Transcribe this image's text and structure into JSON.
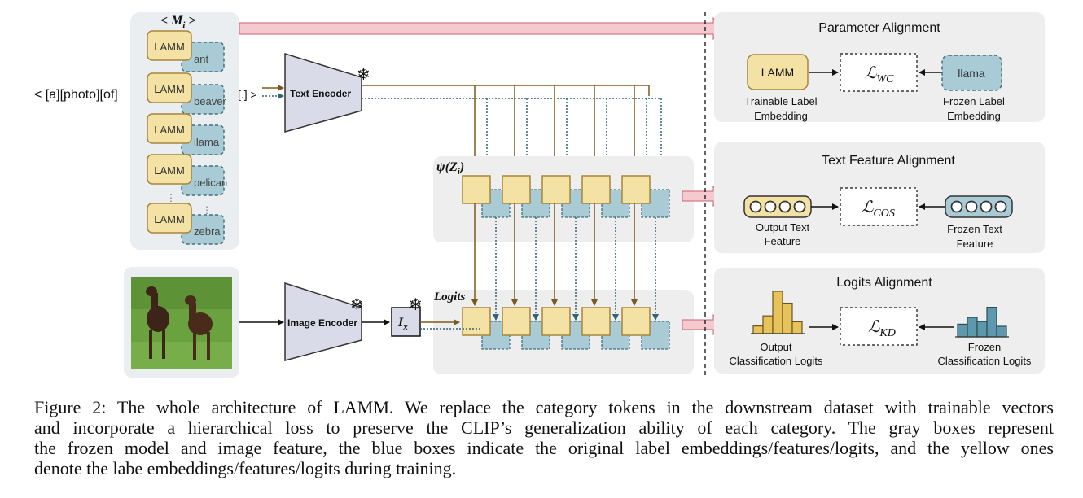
{
  "prompt": {
    "prefix": "< [a][photo][of]",
    "suffix": "[.] >",
    "token_group_label": "< M",
    "token_group_sub": "i",
    "token_group_close": " >"
  },
  "prompt_tokens": {
    "trainable_label": "LAMM",
    "classes": [
      "ant",
      "beaver",
      "llama",
      "pelican",
      "zebra"
    ]
  },
  "encoders": {
    "text": "Text Encoder",
    "image": "Image Encoder",
    "image_feature_main": "I",
    "image_feature_sub": "x"
  },
  "features_labels": {
    "psi": "ψ(Z",
    "psi_sub": "i",
    "psi_close": ")",
    "logits": "Logits"
  },
  "panels": {
    "parameter": {
      "title": "Parameter Alignment",
      "left_box": "LAMM",
      "left_caption_1": "Trainable Label",
      "left_caption_2": "Embedding",
      "loss_main": "ℒ",
      "loss_sub": "WC",
      "right_box": "llama",
      "right_caption_1": "Frozen Label",
      "right_caption_2": "Embedding"
    },
    "text_feature": {
      "title": "Text Feature Alignment",
      "left_caption_1": "Output Text",
      "left_caption_2": "Feature",
      "loss_main": "ℒ",
      "loss_sub": "COS",
      "right_caption_1": "Frozen Text",
      "right_caption_2": "Feature"
    },
    "logits": {
      "title": "Logits Alignment",
      "left_caption_1": "Output",
      "left_caption_2": "Classification Logits",
      "loss_main": "ℒ",
      "loss_sub": "KD",
      "right_caption_1": "Frozen",
      "right_caption_2": "Classification Logits",
      "output_bars": [
        0.18,
        0.42,
        1.0,
        0.72,
        0.28
      ],
      "frozen_bars": [
        0.3,
        0.46,
        0.36,
        0.7,
        0.25
      ]
    }
  },
  "colors": {
    "panel_gray": "#eeeeee",
    "trainable_yellow": "#f4e2a4",
    "trainable_border": "#a8853a",
    "frozen_blue": "#a9cbd6",
    "frozen_border": "#44707c",
    "encoder_fill": "#d9dbe8",
    "arrow_pink": "#f6c9cf",
    "arrow_pink_border": "#c96474",
    "logit_yellow": "#e8c35c",
    "logit_blue": "#5d98ad"
  },
  "caption": {
    "line1": "Figure 2: The whole architecture of LAMM. We replace the category tokens in the downstream dataset with trainable vectors",
    "line2": "and incorporate a hierarchical loss to preserve the CLIP’s generalization ability of each category. The gray boxes represent",
    "line3": "the frozen model and image feature, the blue boxes indicate the original label embeddings/features/logits, and the yellow ones",
    "line4": "denote the labe embeddings/features/logits during training."
  }
}
